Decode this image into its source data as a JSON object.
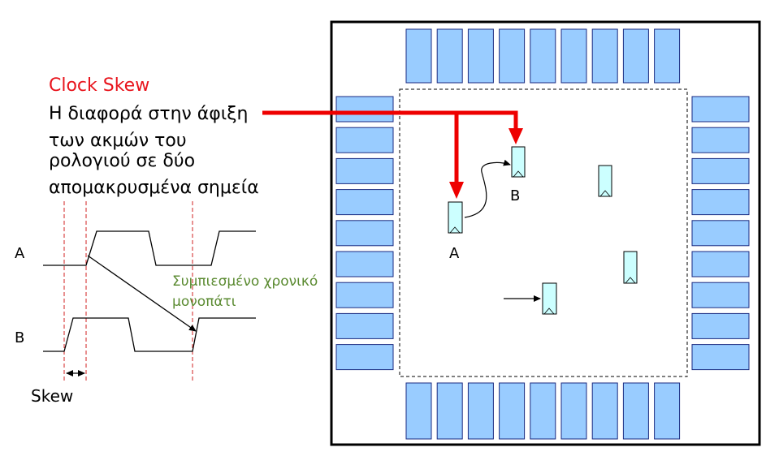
{
  "title": "Clock Skew",
  "definition_lines": [
    "Η διαφορά στην άφιξη",
    "των ακμών του",
    "ρολογιού σε δύο",
    "απομακρυσμένα σημεία"
  ],
  "waveform": {
    "signal_a_label": "A",
    "signal_b_label": "B",
    "skew_label": "Skew",
    "compressed_path_lines": [
      "Συμπιεσμένο χρονικό",
      "μονοπάτι"
    ]
  },
  "chip": {
    "register_a_label": "A",
    "register_b_label": "B"
  },
  "colors": {
    "title": "#e8141c",
    "clock_arrow": "#ee0000",
    "pad_fill": "#99ccff",
    "pad_stroke": "#1a2a80",
    "register_fill": "#ccffff",
    "annotation_green": "#5a8a30",
    "guide_line": "#d22020"
  }
}
